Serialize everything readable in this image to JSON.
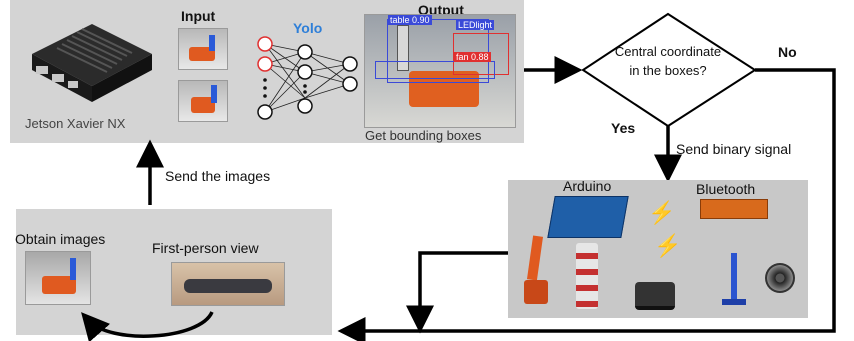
{
  "top_panel": {
    "device_label": "Jetson Xavier NX",
    "input_label": "Input",
    "model_label": "Yolo",
    "output_label": "Output",
    "output_caption": "Get bounding boxes",
    "detections": [
      {
        "label": "table",
        "score": "0.90"
      },
      {
        "label": "LEDlight",
        "score": ""
      },
      {
        "label": "fan",
        "score": "0.88"
      }
    ]
  },
  "decision": {
    "question": "Central coordinate in the boxes?",
    "yes_label": "Yes",
    "no_label": "No"
  },
  "signal_label": "Send binary signal",
  "right_panel": {
    "arduino_label": "Arduino",
    "bluetooth_label": "Bluetooth",
    "devices": [
      "robot arm",
      "lighthouse lamp",
      "car",
      "LED light",
      "fan"
    ]
  },
  "send_images_label": "Send the images",
  "left_panel": {
    "obtain_label": "Obtain images",
    "fpv_label": "First-person view"
  },
  "colors": {
    "panel_bg": "#d4d4d4",
    "yolo_blue": "#2e7fd8",
    "neuron_red": "#e03030",
    "arrow": "#000000"
  }
}
